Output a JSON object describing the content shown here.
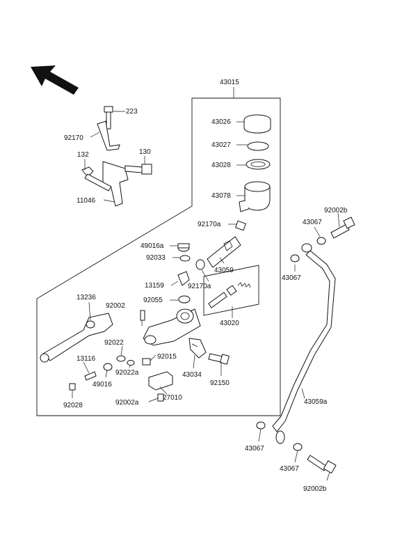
{
  "labels": {
    "p43015": "43015",
    "p223": "223",
    "p92170": "92170",
    "p130": "130",
    "p132": "132",
    "p11046": "11046",
    "p43026": "43026",
    "p43027": "43027",
    "p43028": "43028",
    "p43078": "43078",
    "p92170a_1": "92170a",
    "p49016a": "49016a",
    "p92033": "92033",
    "p43059": "43059",
    "p13159": "13159",
    "p92170a_2": "92170a",
    "p92055": "92055",
    "p43020": "43020",
    "p13236": "13236",
    "p92002": "92002",
    "p92022": "92022",
    "p92015": "92015",
    "p13116": "13116",
    "p92022a": "92022a",
    "p49016": "49016",
    "p43034": "43034",
    "p92150": "92150",
    "p92028": "92028",
    "p27010": "27010",
    "p92002a": "92002a",
    "p92002b_1": "92002b",
    "p43067_1": "43067",
    "p43067_2": "43067",
    "p43059a": "43059a",
    "p43067_3": "43067",
    "p43067_4": "43067",
    "p92002b_2": "92002b"
  }
}
